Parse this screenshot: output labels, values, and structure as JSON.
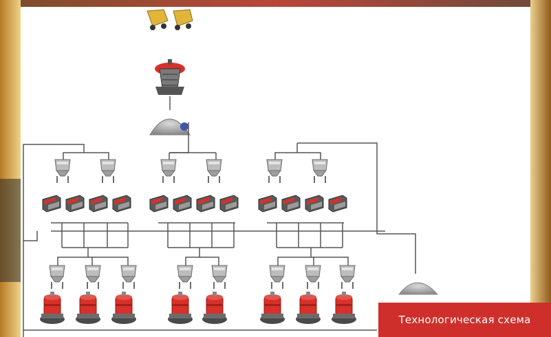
{
  "caption": "Технологическая схема",
  "colors": {
    "frame": "#d6a848",
    "line": "#555555",
    "crusher_red": "#d8302a",
    "badge": "#cf2f2b"
  },
  "diagram": {
    "groups": [
      {
        "id": "left",
        "hoppers": 2,
        "feeders": 4,
        "mills": 3
      },
      {
        "id": "middle",
        "hoppers": 2,
        "feeders": 4,
        "mills": 2
      },
      {
        "id": "right",
        "hoppers": 2,
        "feeders": 4,
        "mills": 3
      }
    ],
    "icons": [
      "dump-truck-icon",
      "jaw-crusher-icon",
      "ore-pile-icon",
      "hopper-icon",
      "feeder-icon",
      "mill-icon",
      "product-pile-icon"
    ]
  }
}
